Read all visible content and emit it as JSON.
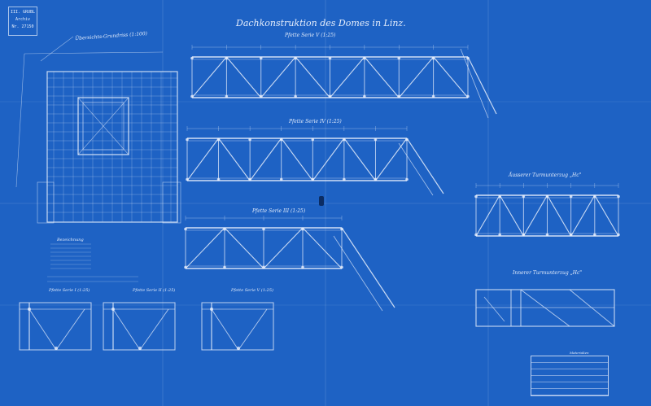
{
  "sheet": {
    "title": "Dachkonstruktion des Domes in Linz.",
    "stamp": [
      "III. GRUBL",
      "Archiv",
      "Nr. 27150"
    ],
    "paper_color": "#1e62c4",
    "line_color": "#e6eefc"
  },
  "drawings": {
    "plan_title": "Übersichts-Grundriss (1:100)",
    "truss_v_title": "Pfette Serie V (1:25)",
    "truss_iv_title": "Pfette Serie IV (1:25)",
    "truss_iii_title": "Pfette Serie III (1:25)",
    "outer_tower_title": "Äusserer Turmunterzug „Hc\"",
    "inner_tower_title": "Innerer Turmunterzug „Hc\"",
    "section_i_title": "Pfette Serie I (1:25)",
    "section_ii_title": "Pfette Serie II (1:25)",
    "section_vi_title": "Pfette Serie V (1:25)",
    "legend_title": "Bezeichnung",
    "table_title": "Materialien"
  }
}
